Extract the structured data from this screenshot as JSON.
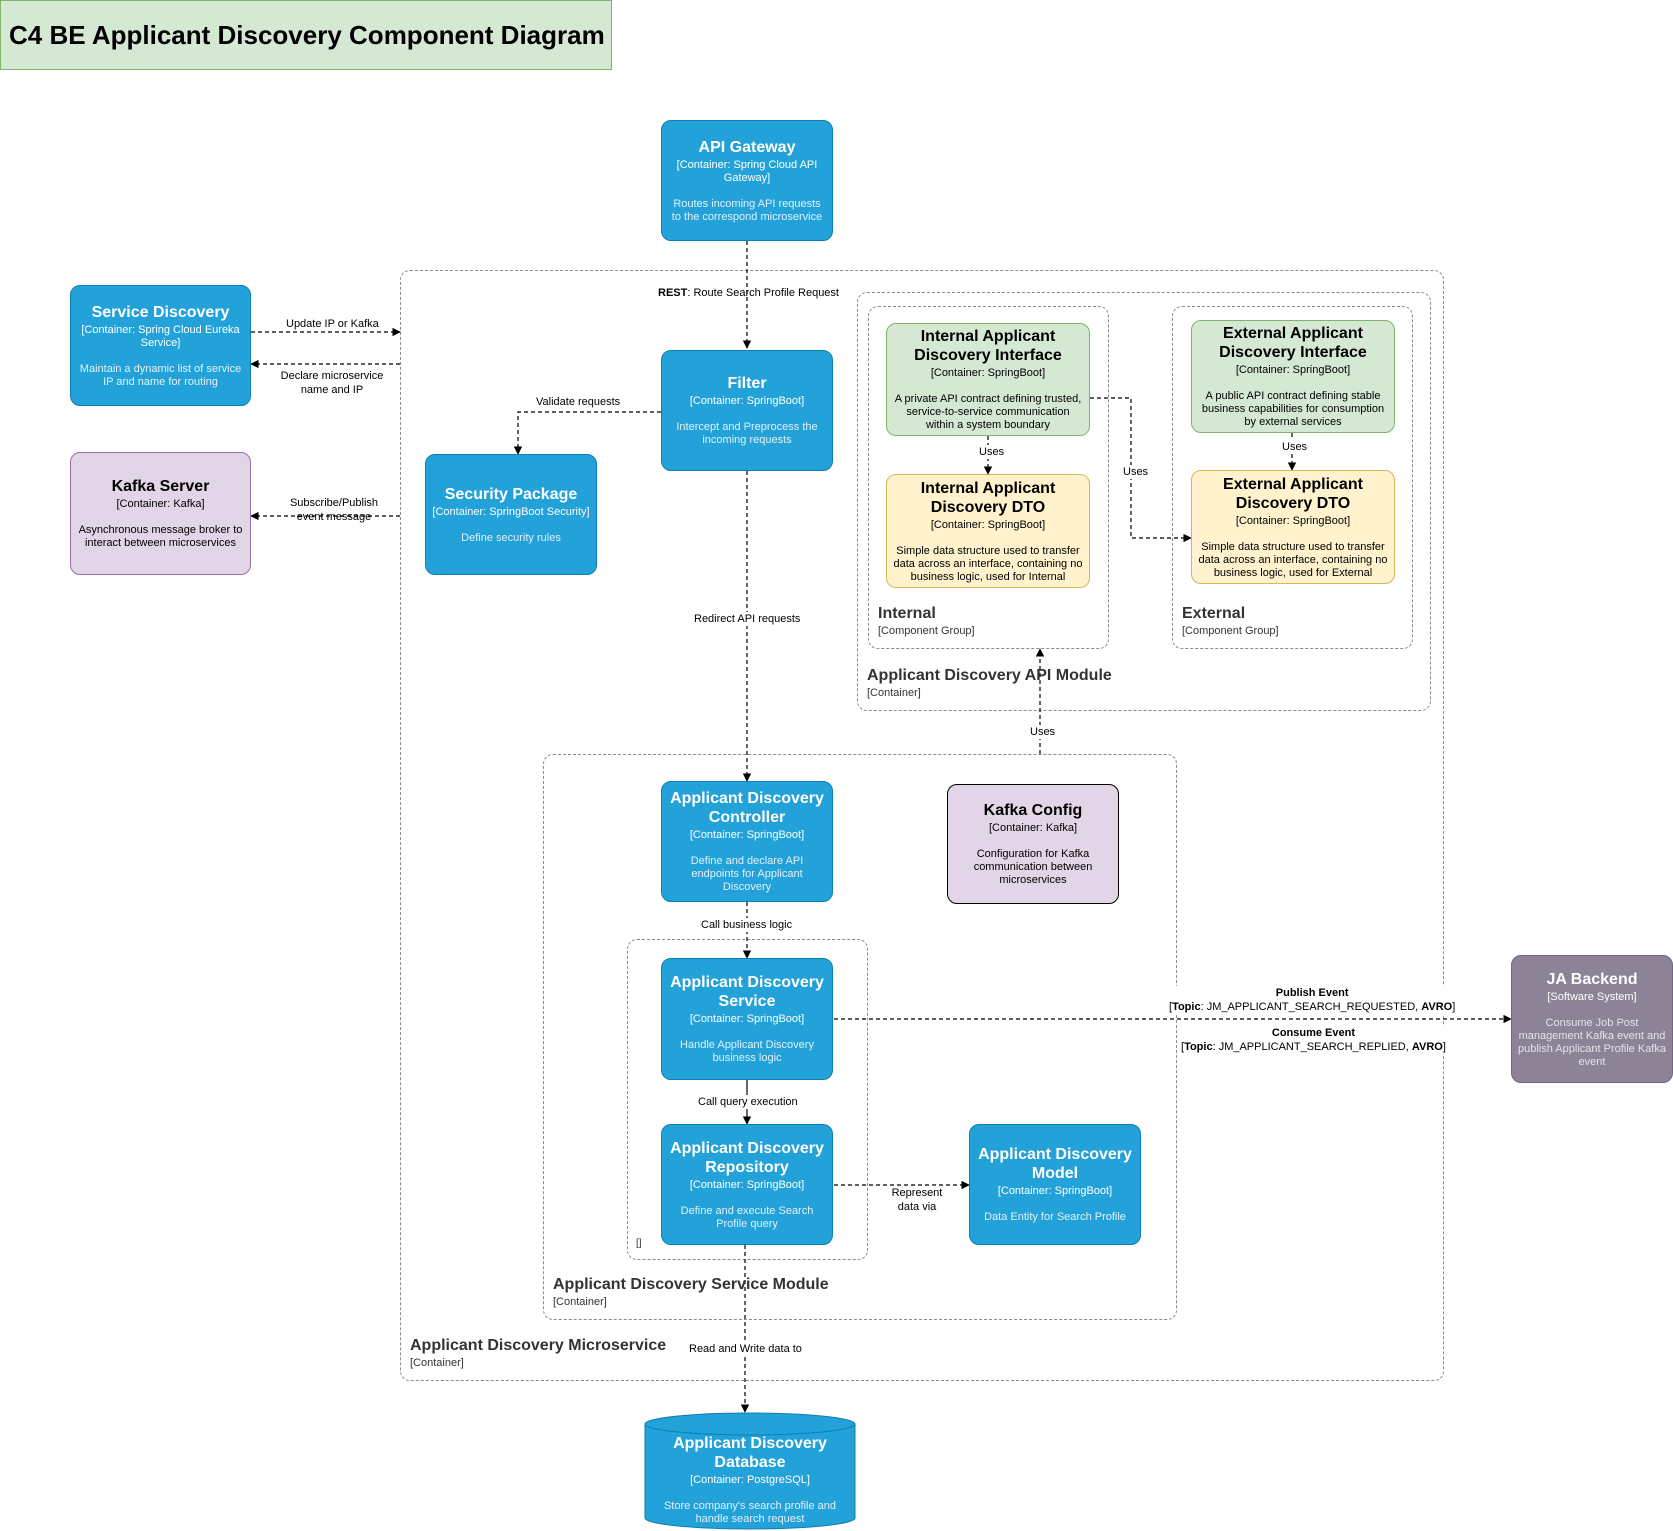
{
  "title": "C4 BE Applicant Discovery Component Diagram",
  "colors": {
    "container_blue": "#23a2d9",
    "component_green": "#d5e8d4",
    "component_yellow": "#fff2cc",
    "kafka_purple": "#e1d5e7",
    "external_system_grey": "#8c8496"
  },
  "boundaries": {
    "microservice": {
      "name": "Applicant Discovery Microservice",
      "tech": "[Container]"
    },
    "api_module": {
      "name": "Applicant Discovery API Module",
      "tech": "[Container]"
    },
    "internal_group": {
      "name": "Internal",
      "tech": "[Component Group]"
    },
    "external_group": {
      "name": "External",
      "tech": "[Component Group]"
    },
    "service_module": {
      "name": "Applicant Discovery Service Module",
      "tech": "[Container]"
    },
    "inner_group": {
      "name": "[]"
    }
  },
  "nodes": {
    "api_gateway": {
      "name": "API Gateway",
      "tech": "[Container: Spring Cloud API Gateway]",
      "desc": "Routes incoming API requests to the correspond microservice"
    },
    "service_discovery": {
      "name": "Service Discovery",
      "tech": "[Container: Spring Cloud Eureka Service]",
      "desc": "Maintain a dynamic list of service IP and name for routing"
    },
    "kafka_server": {
      "name": "Kafka Server",
      "tech": "[Container: Kafka]",
      "desc": "Asynchronous message broker to interact between microservices"
    },
    "filter": {
      "name": "Filter",
      "tech": "[Container: SpringBoot]",
      "desc": "Intercept and Preprocess the incoming requests"
    },
    "security_package": {
      "name": "Security Package",
      "tech": "[Container: SpringBoot Security]",
      "desc": "Define security rules"
    },
    "internal_interface": {
      "name": "Internal Applicant Discovery Interface",
      "tech": "[Container: SpringBoot]",
      "desc": "A private API contract defining trusted, service-to-service communication within a system boundary"
    },
    "internal_dto": {
      "name": "Internal Applicant Discovery DTO",
      "tech": "[Container: SpringBoot]",
      "desc": "Simple data structure used to transfer data across an interface, containing no business logic, used for Internal"
    },
    "external_interface": {
      "name": "External Applicant Discovery Interface",
      "tech": "[Container: SpringBoot]",
      "desc": "A public API contract defining stable business capabilities for consumption by external services"
    },
    "external_dto": {
      "name": "External Applicant Discovery DTO",
      "tech": "[Container: SpringBoot]",
      "desc": "Simple data structure used to transfer data across an interface, containing no business logic, used for External"
    },
    "controller": {
      "name": "Applicant Discovery Controller",
      "tech": "[Container: SpringBoot]",
      "desc": "Define and declare API endpoints for Applicant Discovery"
    },
    "kafka_config": {
      "name": "Kafka Config",
      "tech": "[Container: Kafka]",
      "desc": "Configuration for Kafka communication between microservices"
    },
    "service": {
      "name": "Applicant Discovery Service",
      "tech": "[Container: SpringBoot]",
      "desc": "Handle Applicant Discovery business logic"
    },
    "repository": {
      "name": "Applicant Discovery Repository",
      "tech": "[Container: SpringBoot]",
      "desc": "Define and execute Search Profile query"
    },
    "model": {
      "name": "Applicant Discovery Model",
      "tech": "[Container: SpringBoot]",
      "desc": "Data Entity for Search Profile"
    },
    "ja_backend": {
      "name": "JA Backend",
      "tech": "[Software System]",
      "desc": "Consume Job Post management Kafka event and publish Applicant Profile Kafka event"
    },
    "database": {
      "name": "Applicant Discovery Database",
      "tech": "[Container: PostgreSQL]",
      "desc": "Store company's search profile and handle search request"
    }
  },
  "edges": {
    "rest_route": {
      "bold": "REST",
      "rest": ": Route Search Profile Request"
    },
    "update_ip": "Update IP or Kafka",
    "declare_ms": "Declare microservice name and IP",
    "subscribe": "Subscribe/Publish event message",
    "validate": "Validate requests",
    "redirect": "Redirect API requests",
    "uses_internal": "Uses",
    "uses_cross": "Uses",
    "uses_external": "Uses",
    "uses_module": "Uses",
    "call_logic": "Call business logic",
    "call_query": "Call query execution",
    "represent": "Represent data via",
    "read_write": "Read and Write data to",
    "publish": {
      "title": "Publish Event",
      "topic_label": "Topic",
      "topic": ": JM_APPLICANT_SEARCH_REQUESTED, ",
      "format": "AVRO"
    },
    "consume": {
      "title": "Consume Event",
      "topic_label": "Topic",
      "topic": ": JM_APPLICANT_SEARCH_REPLIED, ",
      "format": "AVRO"
    }
  }
}
